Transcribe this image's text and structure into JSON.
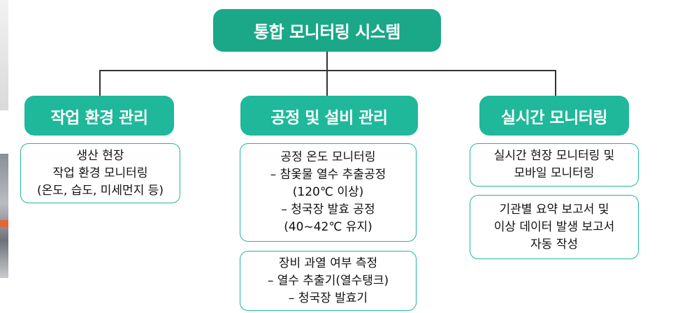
{
  "root": {
    "label": "통합 모니터링 시스템"
  },
  "categories": [
    {
      "label": "작업 환경 관리",
      "boxes": [
        "생산 현장\n작업 환경 모니터링\n(온도, 습도, 미세먼지 등)"
      ]
    },
    {
      "label": "공정 및 설비 관리",
      "boxes": [
        "공정 온도 모니터링\n– 참옻물 열수 추출공정\n(120℃ 이상)\n– 청국장 발효 공정\n(40~42℃ 유지)",
        "장비 과열 여부 측정\n– 열수 추출기(열수탱크)\n– 청국장 발효기"
      ]
    },
    {
      "label": "실시간 모니터링",
      "boxes": [
        "실시간 현장 모니터링 및\n모바일 모니터링",
        "기관별 요약 보고서 및\n이상 데이터 발생 보고서\n자동 작성"
      ]
    }
  ],
  "colors": {
    "accent": "#1fb89a",
    "root": "#1aa888",
    "line": "#333333"
  }
}
